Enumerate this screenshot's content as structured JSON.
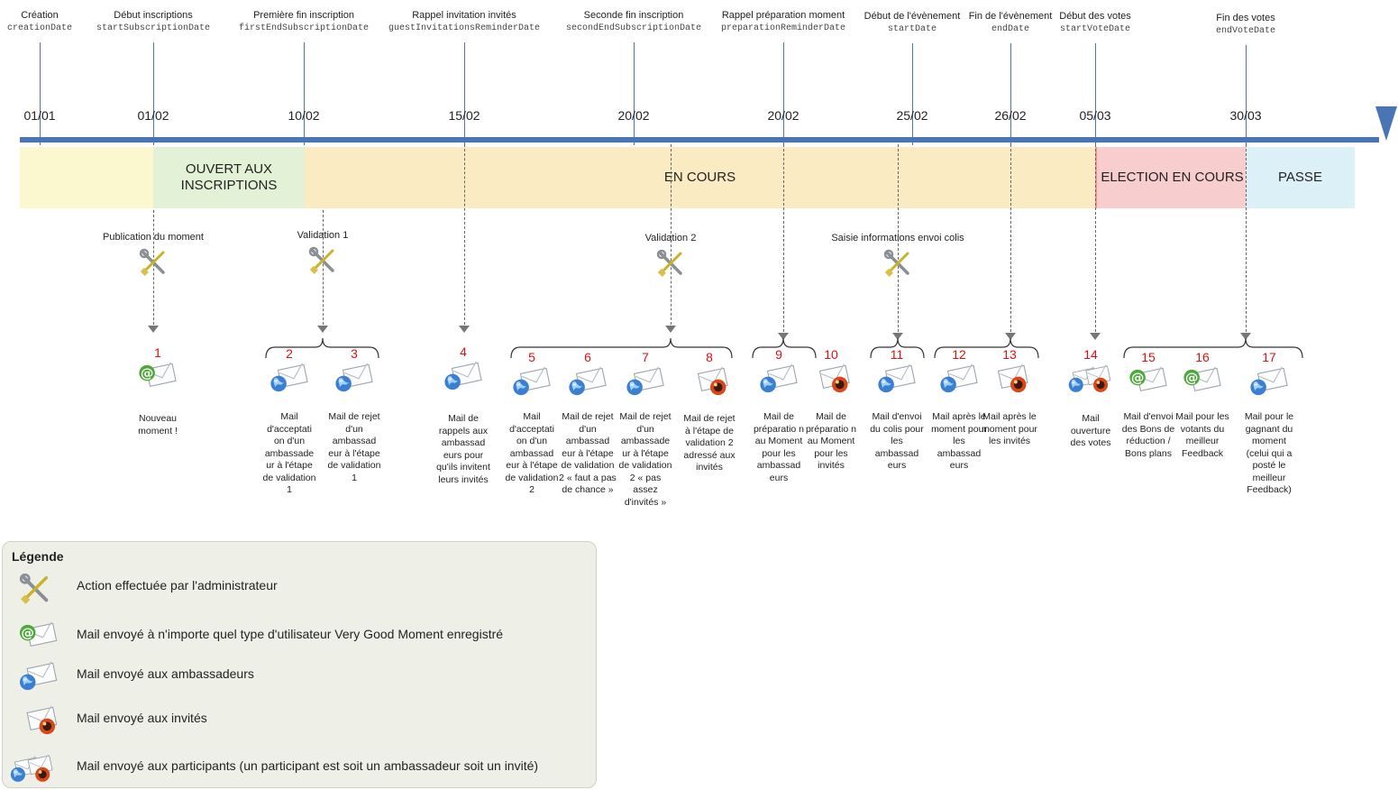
{
  "events": [
    {
      "name": "Création",
      "var": "creationDate",
      "date": "01/01"
    },
    {
      "name": "Début inscriptions",
      "var": "startSubscriptionDate",
      "date": "01/02"
    },
    {
      "name": "Première fin inscription",
      "var": "firstEndSubscriptionDate",
      "date": "10/02"
    },
    {
      "name": "Rappel invitation invités",
      "var": "guestInvitationsReminderDate",
      "date": "15/02"
    },
    {
      "name": "Seconde fin inscription",
      "var": "secondEndSubscriptionDate",
      "date": "20/02"
    },
    {
      "name": "Rappel préparation moment",
      "var": "preparationReminderDate",
      "date": "20/02"
    },
    {
      "name": "Début de l'évènement",
      "var": "startDate",
      "date": "25/02"
    },
    {
      "name": "Fin de l'évènement",
      "var": "endDate",
      "date": "26/02"
    },
    {
      "name": "Début des votes",
      "var": "startVoteDate",
      "date": "05/03"
    },
    {
      "name": "Fin des votes",
      "var": "endVoteDate",
      "date": "30/03"
    }
  ],
  "phases": [
    {
      "label": "",
      "color": "#fbf8cf"
    },
    {
      "label": "OUVERT AUX INSCRIPTIONS",
      "color": "#e3f2d6"
    },
    {
      "label": "EN COURS",
      "color": "#fbebc2"
    },
    {
      "label": "ELECTION EN COURS",
      "color": "#f8cdcd"
    },
    {
      "label": "PASSE",
      "color": "#dcf0f7"
    }
  ],
  "admin_actions": [
    {
      "label": "Publication du moment"
    },
    {
      "label": "Validation 1"
    },
    {
      "label": "Validation 2"
    },
    {
      "label": "Saisie informations envoi colis"
    }
  ],
  "mails": [
    {
      "num": "1",
      "icon": "any-user",
      "text": "Nouveau moment !"
    },
    {
      "num": "2",
      "icon": "ambassador",
      "text": "Mail d'acceptati on d'un ambassade ur à l'étape de validation 1"
    },
    {
      "num": "3",
      "icon": "ambassador",
      "text": "Mail de rejet d'un ambassad eur à l'étape de validation 1"
    },
    {
      "num": "4",
      "icon": "ambassador",
      "text": "Mail de rappels aux ambassad eurs pour qu'ils invitent leurs invités"
    },
    {
      "num": "5",
      "icon": "ambassador",
      "text": "Mail d'acceptati on d'un ambassad eur à l'étape de validation 2"
    },
    {
      "num": "6",
      "icon": "ambassador",
      "text": "Mail de rejet d'un ambassad eur à l'étape de validation 2 « faut a pas de chance »"
    },
    {
      "num": "7",
      "icon": "ambassador",
      "text": "Mail de rejet d'un ambassade ur à l'étape de validation 2 « pas assez d'invités »"
    },
    {
      "num": "8",
      "icon": "guest",
      "text": "Mail de rejet à l'étape de validation 2 adressé aux invités"
    },
    {
      "num": "9",
      "icon": "ambassador",
      "text": "Mail de préparatio n au Moment pour les ambassad eurs"
    },
    {
      "num": "10",
      "icon": "guest",
      "text": "Mail de préparatio n au Moment pour les invités"
    },
    {
      "num": "11",
      "icon": "ambassador",
      "text": "Mail d'envoi du colis pour les ambassad eurs"
    },
    {
      "num": "12",
      "icon": "ambassador",
      "text": "Mail après le moment pour les ambassad eurs"
    },
    {
      "num": "13",
      "icon": "guest",
      "text": "Mail après le moment pour les invités"
    },
    {
      "num": "14",
      "icon": "participants",
      "text": "Mail ouverture des votes"
    },
    {
      "num": "15",
      "icon": "any-user",
      "text": "Mail d'envoi des Bons de réduction / Bons plans"
    },
    {
      "num": "16",
      "icon": "any-user",
      "text": "Mail pour les votants du meilleur Feedback"
    },
    {
      "num": "17",
      "icon": "ambassador",
      "text": "Mail pour le gagnant du moment (celui qui a posté le meilleur Feedback)"
    }
  ],
  "legend": {
    "title": "Légende",
    "items": [
      {
        "icon": "tools",
        "text": "Action effectuée par l'administrateur"
      },
      {
        "icon": "any-user",
        "text": "Mail envoyé à n'importe quel type d'utilisateur Very Good Moment enregistré"
      },
      {
        "icon": "ambassador",
        "text": "Mail envoyé aux ambassadeurs"
      },
      {
        "icon": "guest",
        "text": "Mail envoyé aux invités"
      },
      {
        "icon": "participants",
        "text": "Mail envoyé aux participants (un participant est soit un ambassadeur soit un invité)"
      }
    ]
  },
  "colors": {
    "axis": "#4a75b5",
    "number": "#e01010"
  }
}
